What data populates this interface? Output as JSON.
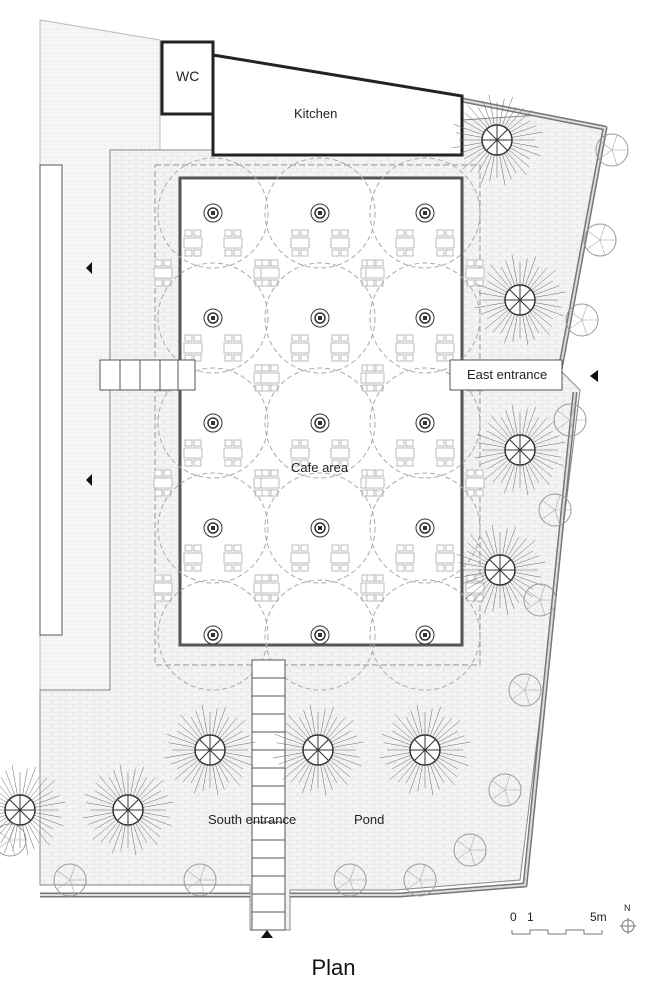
{
  "plan": {
    "title": "Plan",
    "rooms": {
      "wc": "WC",
      "kitchen": "Kitchen",
      "cafe": "Cafe area",
      "pond": "Pond"
    },
    "entrances": {
      "east": "East entrance",
      "south": "South entrance"
    },
    "scale_bar": {
      "zero": "0",
      "one": "1",
      "five": "5m"
    },
    "north": "N"
  },
  "colors": {
    "line": "#333333",
    "light": "#bbbbbb",
    "hatch": "#e4e4e4"
  }
}
